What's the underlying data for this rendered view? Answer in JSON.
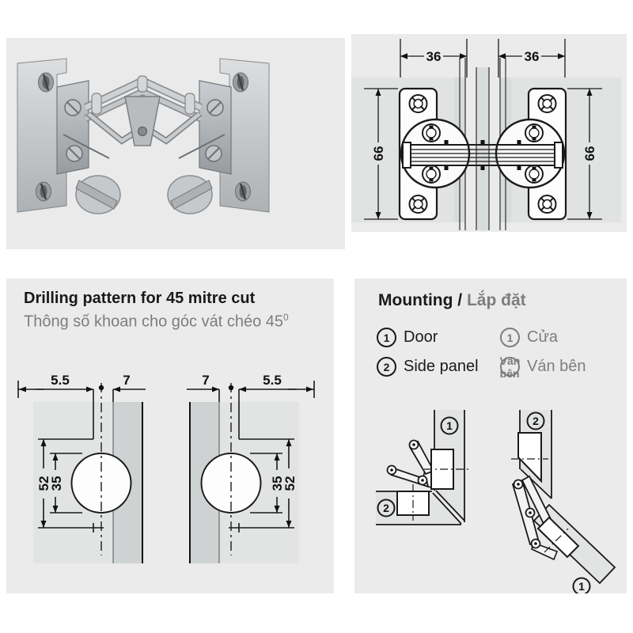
{
  "colors": {
    "section_bg": "#ebebeb",
    "photo_bg": "#eaeaea",
    "panel_fill": "#e1e3e3",
    "panel_edge_shade": "#d9dcdc",
    "mitre_cut_strip": "#cfd2d2",
    "line": "#1a1a1a",
    "muted_text": "#7d7d7d"
  },
  "top_drawing": {
    "width_left": "36",
    "width_right": "36",
    "height_left": "66",
    "height_right": "66"
  },
  "drilling": {
    "title_en": "Drilling pattern for 45 mitre cut",
    "title_vi": "Thông số khoan cho góc vát chéo 45",
    "degree_sup": "0",
    "left": {
      "offset_a": "5.5",
      "offset_b": "7",
      "span_outer": "52",
      "span_inner": "35"
    },
    "right": {
      "offset_a": "7",
      "offset_b": "5.5",
      "span_inner": "35",
      "span_outer": "52"
    }
  },
  "mounting": {
    "title_en": "Mounting /",
    "title_vi": "Lắp đặt",
    "legend": [
      {
        "num": "1",
        "en": "Door",
        "vi": "Cửa"
      },
      {
        "num": "2",
        "en": "Side panel",
        "vi": "Ván bên"
      }
    ],
    "closed": {
      "door_num": "1",
      "side_num": "2"
    },
    "open": {
      "side_num": "2",
      "door_num": "1"
    }
  }
}
